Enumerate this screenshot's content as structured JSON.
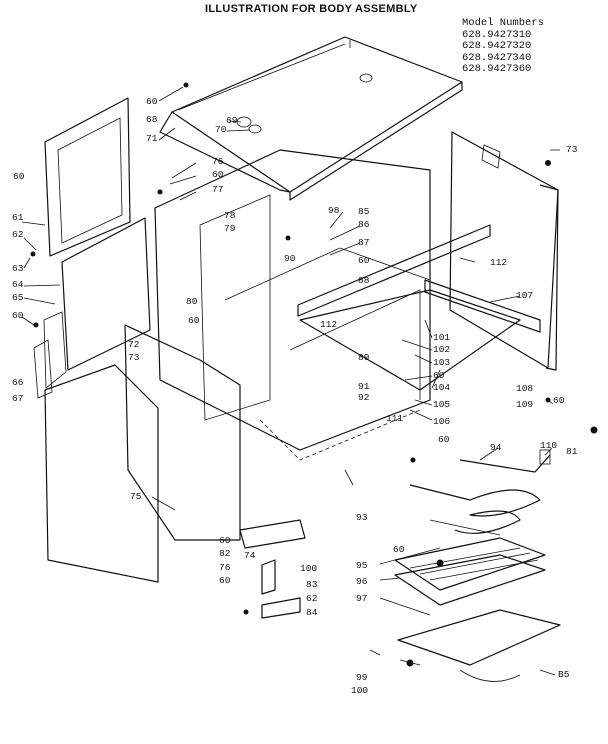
{
  "title": "ILLUSTRATION FOR BODY ASSEMBLY",
  "model_numbers": {
    "heading": "Model Numbers",
    "items": [
      "628.9427310",
      "628.9427320",
      "628.9427340",
      "628.9427360"
    ]
  },
  "callouts": [
    {
      "id": "c68",
      "text": "68"
    },
    {
      "id": "c60a",
      "text": "60"
    },
    {
      "id": "c69",
      "text": "69"
    },
    {
      "id": "c70",
      "text": "70"
    },
    {
      "id": "c71",
      "text": "71"
    },
    {
      "id": "c73a",
      "text": "73"
    },
    {
      "id": "c60b",
      "text": "60"
    },
    {
      "id": "c76a",
      "text": "76"
    },
    {
      "id": "c60c",
      "text": "60"
    },
    {
      "id": "c77",
      "text": "77"
    },
    {
      "id": "c61",
      "text": "61"
    },
    {
      "id": "c62a",
      "text": "62"
    },
    {
      "id": "c63",
      "text": "63"
    },
    {
      "id": "c64",
      "text": "64"
    },
    {
      "id": "c65",
      "text": "65"
    },
    {
      "id": "c60d",
      "text": "60"
    },
    {
      "id": "c66",
      "text": "66"
    },
    {
      "id": "c67",
      "text": "67"
    },
    {
      "id": "c78",
      "text": "78"
    },
    {
      "id": "c79",
      "text": "79"
    },
    {
      "id": "c98",
      "text": "98"
    },
    {
      "id": "c85",
      "text": "85"
    },
    {
      "id": "c86",
      "text": "86"
    },
    {
      "id": "c87",
      "text": "87"
    },
    {
      "id": "c90",
      "text": "90"
    },
    {
      "id": "c60e",
      "text": "60"
    },
    {
      "id": "c88",
      "text": "88"
    },
    {
      "id": "c112a",
      "text": "112"
    },
    {
      "id": "c80",
      "text": "80"
    },
    {
      "id": "c60f",
      "text": "60"
    },
    {
      "id": "c72",
      "text": "72"
    },
    {
      "id": "c73b",
      "text": "73"
    },
    {
      "id": "c112b",
      "text": "112"
    },
    {
      "id": "c107",
      "text": "107"
    },
    {
      "id": "c101",
      "text": "101"
    },
    {
      "id": "c102",
      "text": "102"
    },
    {
      "id": "c89",
      "text": "89"
    },
    {
      "id": "c103",
      "text": "103"
    },
    {
      "id": "c60g",
      "text": "60"
    },
    {
      "id": "c104",
      "text": "104"
    },
    {
      "id": "c108",
      "text": "108"
    },
    {
      "id": "c60h",
      "text": "60"
    },
    {
      "id": "c109",
      "text": "109"
    },
    {
      "id": "c91",
      "text": "91"
    },
    {
      "id": "c92",
      "text": "92"
    },
    {
      "id": "c105",
      "text": "105"
    },
    {
      "id": "c111",
      "text": "111"
    },
    {
      "id": "c106",
      "text": "106"
    },
    {
      "id": "c60i",
      "text": "60"
    },
    {
      "id": "c94",
      "text": "94"
    },
    {
      "id": "c110",
      "text": "110"
    },
    {
      "id": "c81",
      "text": "81"
    },
    {
      "id": "c75",
      "text": "75"
    },
    {
      "id": "c93",
      "text": "93"
    },
    {
      "id": "c60j",
      "text": "60"
    },
    {
      "id": "c82",
      "text": "82"
    },
    {
      "id": "c74",
      "text": "74"
    },
    {
      "id": "c100a",
      "text": "100"
    },
    {
      "id": "c76b",
      "text": "76"
    },
    {
      "id": "c60k",
      "text": "60"
    },
    {
      "id": "c83",
      "text": "83"
    },
    {
      "id": "c62b",
      "text": "62"
    },
    {
      "id": "c84",
      "text": "84"
    },
    {
      "id": "c60l",
      "text": "60"
    },
    {
      "id": "c95",
      "text": "95"
    },
    {
      "id": "c96",
      "text": "96"
    },
    {
      "id": "c97",
      "text": "97"
    },
    {
      "id": "c99",
      "text": "99"
    },
    {
      "id": "c100b",
      "text": "100"
    },
    {
      "id": "c85b",
      "text": "B5"
    }
  ]
}
